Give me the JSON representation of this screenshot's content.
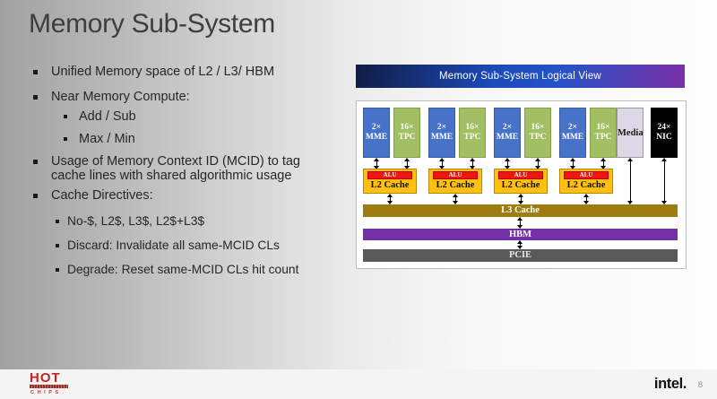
{
  "slide": {
    "title": "Memory Sub-System",
    "page_number": "8"
  },
  "bullets": {
    "b1": "Unified Memory space of L2 / L3/ HBM",
    "b2": "Near Memory Compute:",
    "b2a": "Add / Sub",
    "b2b": "Max / Min",
    "b3": "Usage of Memory Context ID (MCID) to tag cache lines with shared algorithmic usage",
    "b4": "Cache Directives:",
    "b4a": "No-$, L2$, L3$, L2$+L3$",
    "b4b": "Discard: Invalidate all same-MCID CLs",
    "b4c": "Degrade: Reset same-MCID CLs hit count"
  },
  "diagram": {
    "header": "Memory Sub-System Logical View",
    "clusters": [
      {
        "mme_count": "2×",
        "mme_label": "MME",
        "tpc_count": "16×",
        "tpc_label": "TPC"
      },
      {
        "mme_count": "2×",
        "mme_label": "MME",
        "tpc_count": "16×",
        "tpc_label": "TPC"
      },
      {
        "mme_count": "2×",
        "mme_label": "MME",
        "tpc_count": "16×",
        "tpc_label": "TPC"
      },
      {
        "mme_count": "2×",
        "mme_label": "MME",
        "tpc_count": "16×",
        "tpc_label": "TPC"
      }
    ],
    "media_label": "Media",
    "nic_count": "24×",
    "nic_label": "NIC",
    "l2": [
      {
        "alu": "ALU",
        "label": "L2 Cache"
      },
      {
        "alu": "ALU",
        "label": "L2 Cache"
      },
      {
        "alu": "ALU",
        "label": "L2 Cache"
      },
      {
        "alu": "ALU",
        "label": "L2 Cache"
      }
    ],
    "l3_label": "L3 Cache",
    "hbm_label": "HBM",
    "pcie_label": "PCIE",
    "colors": {
      "header_blue": "#1c4ab8",
      "header_purple": "#7b2fa6",
      "mme_blue": "#4673c8",
      "tpc_green": "#a2bf64",
      "media_lavender": "#ded8e6",
      "nic_black": "#000000",
      "l2_amber": "#ffc010",
      "alu_red": "#ee1515",
      "l3_gold": "#9d7c12",
      "hbm_purple": "#7331a5",
      "pcie_gray": "#595959"
    }
  },
  "footer": {
    "hotchips_top": "HOT",
    "hotchips_bottom": "CHIPS",
    "intel_logo": "intel."
  }
}
